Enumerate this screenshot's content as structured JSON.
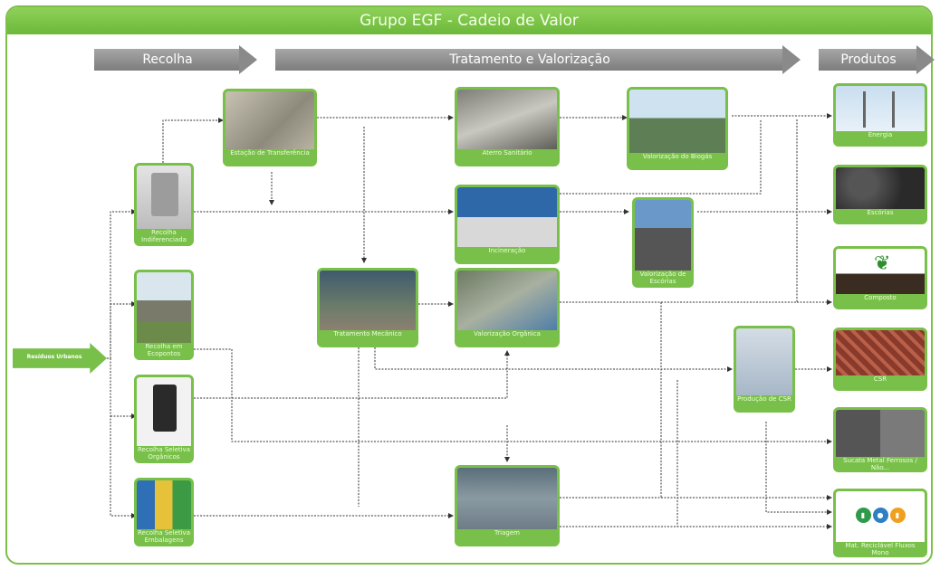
{
  "title": "Grupo EGF - Cadeio de Valor",
  "stages": {
    "collect": "Recolha",
    "treat": "Tratamento e Valorização",
    "products": "Produtos"
  },
  "start_label": "Resíduos Urbanos",
  "nodes": {
    "transfer_station": "Estação de Transferência",
    "landfill": "Aterro Sanitário",
    "biogas_recovery": "Valorização do Biogás",
    "incineration": "Incineração",
    "slag_treatment": "Valorização de Escórias",
    "mechanical_treatment": "Tratamento Mecânico",
    "organic_treatment": "Valorização Orgânica",
    "undifferentiated_collection": "Recolha Indiferenciada",
    "ecopoint_collection": "Recolha em Ecopontos",
    "selective_collection": "Recolha Seletiva Orgânicos",
    "selective_packaging": "Recolha Seletiva Embalagens",
    "sorting": "Triagem",
    "csr_production": "Produção de CSR"
  },
  "products": {
    "energy": "Energia",
    "slags": "Escórias",
    "compost": "Composto",
    "csr": "CSR",
    "scrap_metal": "Sucata Metal Ferrosos / Não...",
    "recyclables": "Mat. Reciclável Fluxos Mono"
  },
  "colors": {
    "accent": "#79c04a",
    "arrow_gray": "#8a8a8a",
    "connector": "#333333"
  }
}
